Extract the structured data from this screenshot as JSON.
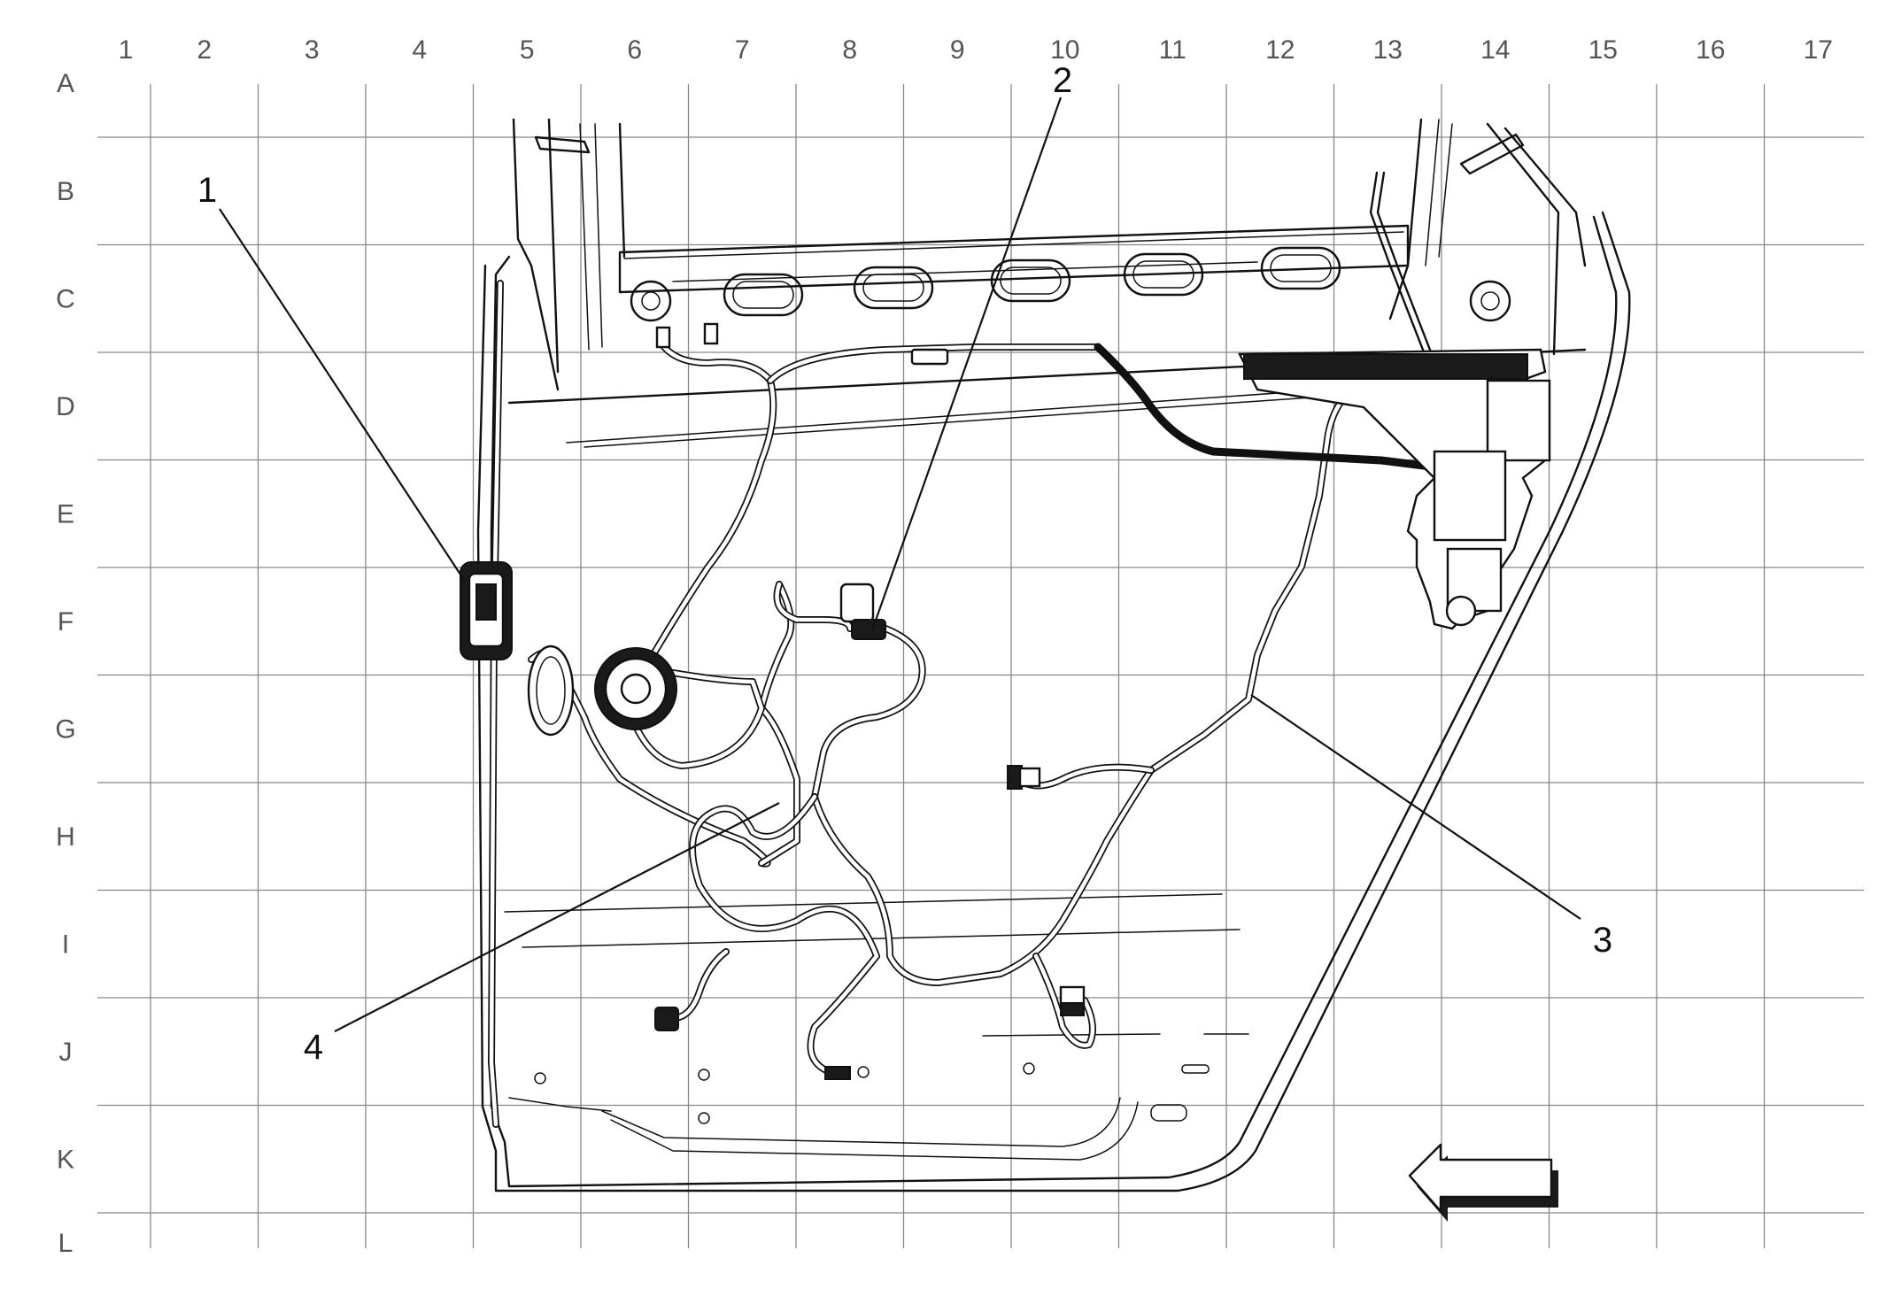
{
  "grid": {
    "columns": [
      "1",
      "2",
      "3",
      "4",
      "5",
      "6",
      "7",
      "8",
      "9",
      "10",
      "11",
      "12",
      "13",
      "14",
      "15",
      "16",
      "17"
    ],
    "rows": [
      "A",
      "B",
      "C",
      "D",
      "E",
      "F",
      "G",
      "H",
      "I",
      "J",
      "K",
      "L"
    ]
  },
  "callouts": [
    {
      "id": "1",
      "label": "1"
    },
    {
      "id": "2",
      "label": "2"
    },
    {
      "id": "3",
      "label": "3"
    },
    {
      "id": "4",
      "label": "4"
    }
  ],
  "icons": {
    "direction_arrow": "left-arrow-icon"
  }
}
